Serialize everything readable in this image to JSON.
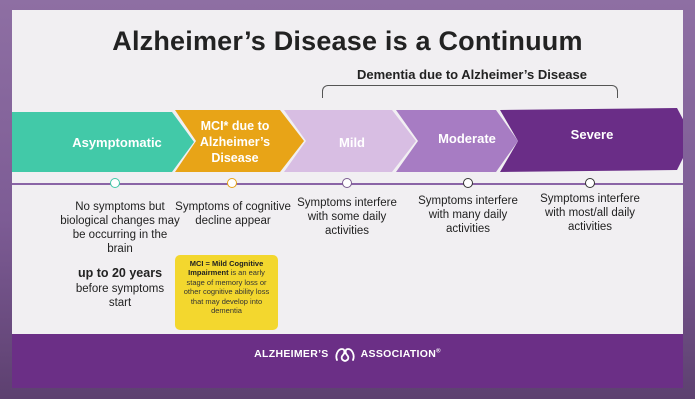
{
  "title": "Alzheimer’s Disease is a Continuum",
  "dementia_label": "Dementia due to Alzheimer’s Disease",
  "stages": [
    {
      "label": "Asymptomatic",
      "color": "#42c9a8"
    },
    {
      "label": "MCI* due to Alzheimer’s Disease",
      "color": "#e8a417"
    },
    {
      "label": "Mild",
      "color": "#d8bee3"
    },
    {
      "label": "Moderate",
      "color": "#a77cc3"
    },
    {
      "label": "Severe",
      "color": "#6a2d87"
    }
  ],
  "descriptions": [
    "No symptoms but biological changes may be occurring in the brain",
    "Symptoms of cognitive decline appear",
    "Symptoms interfere with some daily activities",
    "Symptoms interfere with many daily activities",
    "Symptoms interfere with most/all daily activities"
  ],
  "years_highlight": "up to 20 years",
  "years_sub": "before symptoms start",
  "mci_note": {
    "bold": "MCI = Mild Cognitive Impairment",
    "rest": "is an early stage of memory loss or other cognitive ability loss that may develop into dementia"
  },
  "footer": {
    "org_left": "ALZHEIMER’S",
    "org_right": "ASSOCIATION",
    "trademark": "®",
    "color": "#6b2f86"
  }
}
